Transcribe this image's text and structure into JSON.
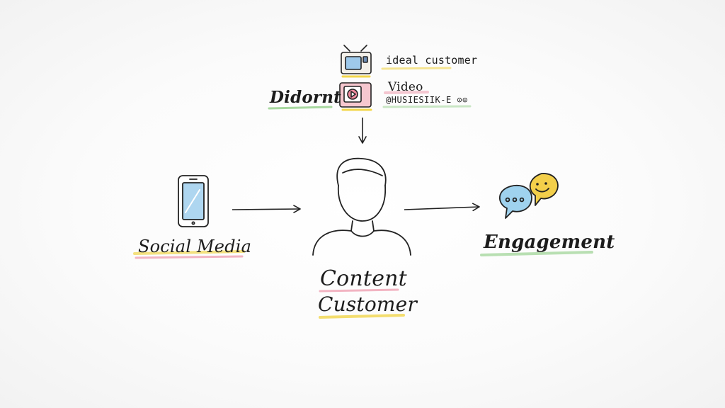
{
  "diagram": {
    "top_label": "Didornt",
    "top_items": [
      {
        "label": "ideal customer",
        "icon": "tv-icon"
      },
      {
        "label": "Video",
        "icon": "video-icon"
      },
      {
        "label": "@HUSIESIIK-E ⊙⊙",
        "icon": ""
      }
    ],
    "left_node": {
      "label": "Social Media",
      "icon": "smartphone-icon"
    },
    "center_node": {
      "label_line1": "Content",
      "label_line2": "Customer",
      "icon": "person-icon"
    },
    "right_node": {
      "label": "Engagement",
      "icon": "chat-bubbles-icon"
    }
  },
  "colors": {
    "ink": "#1e1e1e",
    "highlight_yellow": "#f2d64b",
    "highlight_pink": "#f0a3b4",
    "highlight_green": "#a8d8a0",
    "highlight_blue": "#9ec9ea",
    "screen_blue": "#aed6f0",
    "bubble_blue": "#9fd2ee",
    "bubble_yellow": "#f3cf4a"
  }
}
